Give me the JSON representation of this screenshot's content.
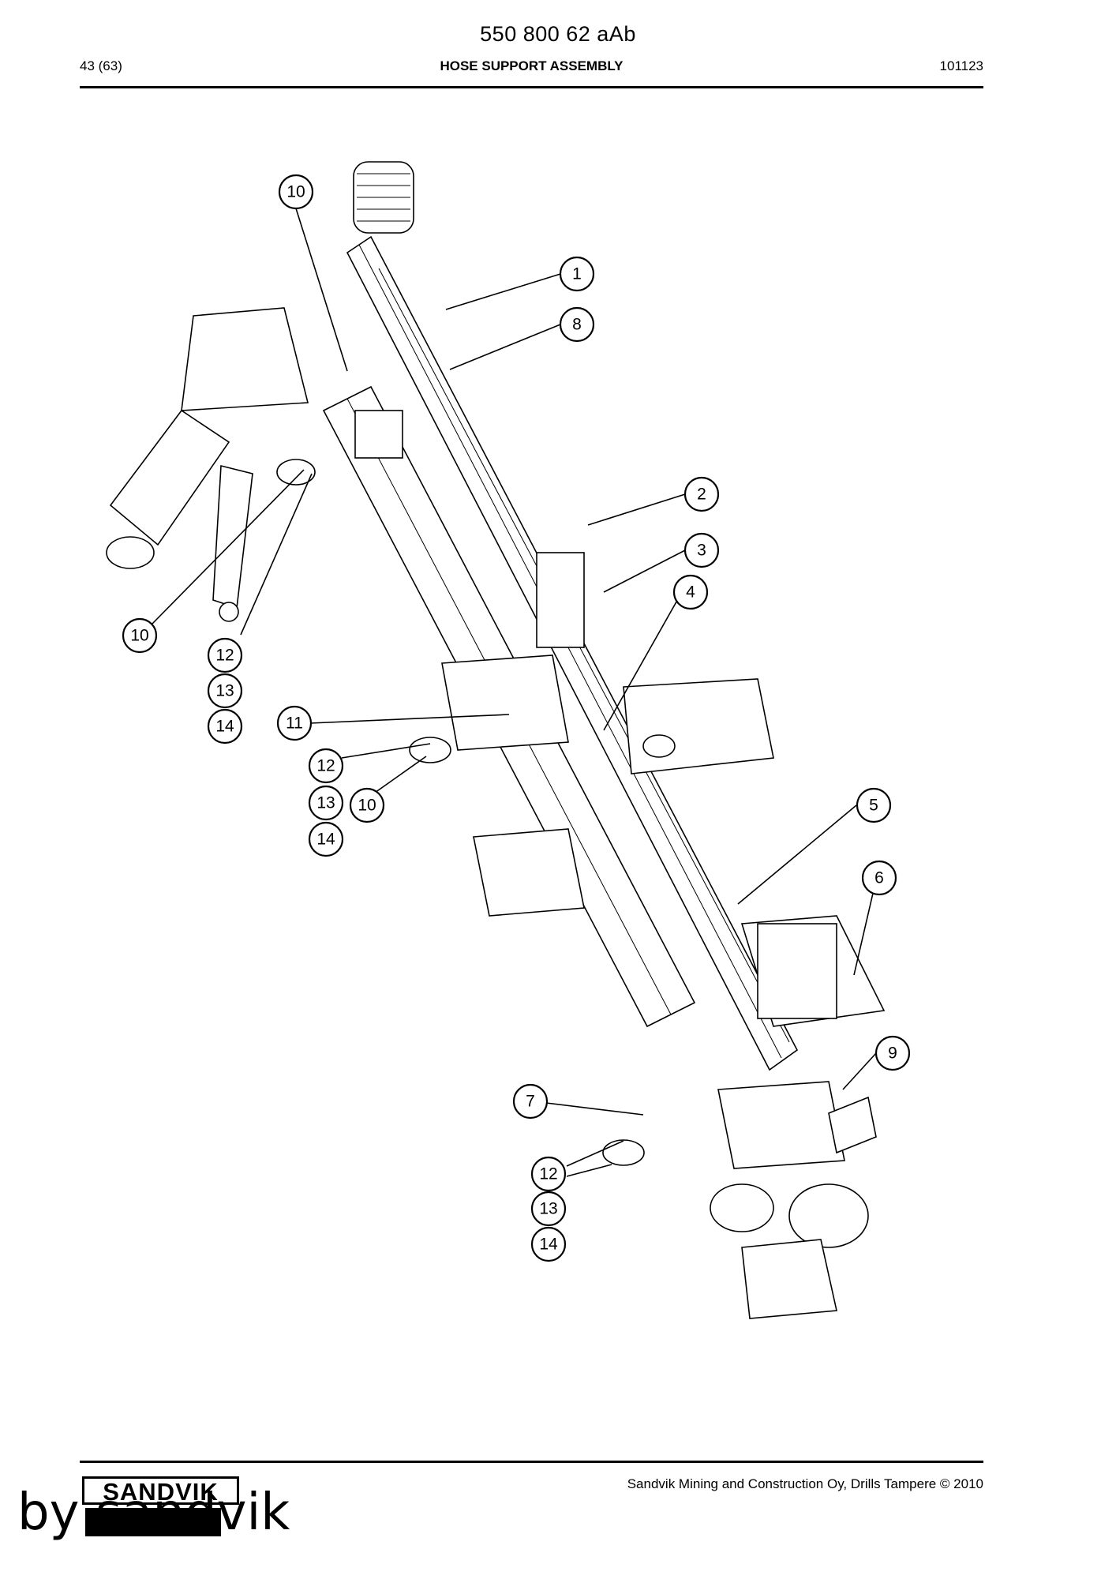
{
  "header": {
    "doc_number": "550 800 62 aAb",
    "page": "43 (63)",
    "title": "HOSE SUPPORT ASSEMBLY",
    "code": "101123"
  },
  "footer": {
    "copyright": "Sandvik Mining and Construction Oy, Drills Tampere © 2010",
    "logo_text": "SANDVIK",
    "byline": "by sandvik"
  },
  "callouts": [
    "1",
    "2",
    "3",
    "4",
    "5",
    "6",
    "7",
    "8",
    "9",
    "10",
    "10",
    "10",
    "11",
    "12",
    "13",
    "14",
    "12",
    "13",
    "14",
    "12",
    "13",
    "14"
  ]
}
